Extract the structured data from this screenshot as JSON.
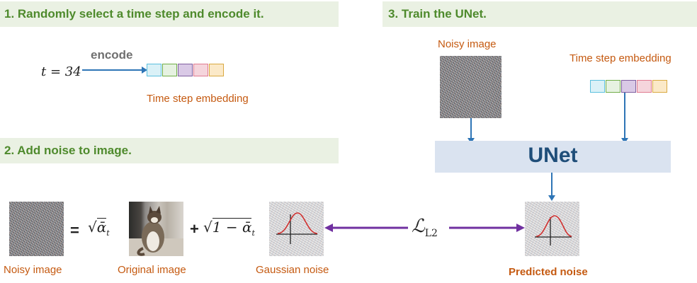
{
  "step1": {
    "title": "1. Randomly select a time step and encode it.",
    "t_label": "t = 34",
    "encode_label": "encode",
    "embedding_label": "Time step embedding"
  },
  "step2": {
    "title": "2. Add noise to image.",
    "noisy_label": "Noisy image",
    "original_label": "Original image",
    "gaussian_label": "Gaussian noise",
    "equals": "=",
    "plus": "+",
    "sqrt_alpha": "ᾱ",
    "sqrt_one_minus": "1 − ᾱ",
    "subscript_t": "t"
  },
  "step3": {
    "title": "3. Train the UNet.",
    "noisy_label": "Noisy image",
    "embedding_label": "Time step embedding",
    "unet_label": "UNet",
    "predicted_label": "Predicted noise"
  },
  "loss": {
    "script": "ℒ",
    "subscript": "L2"
  },
  "colors": {
    "title_green": "#4e8a2c",
    "banner_bg": "#eaf1e3",
    "orange_text": "#c55a11",
    "arrow_blue": "#2e75b6",
    "loss_purple": "#7030a0",
    "unet_bg": "#dae3f0",
    "unet_text": "#1f4e79",
    "embedding_cells": [
      "#daf1f7",
      "#e6f2e1",
      "#d9c9e6",
      "#f5d5dc",
      "#fbe9c8"
    ],
    "embedding_borders": [
      "#5bc0de",
      "#70ad47",
      "#7f5f9f",
      "#e07b91",
      "#d9a941"
    ]
  },
  "icons": [
    "gaussian-curve-icon",
    "cat-photo"
  ]
}
